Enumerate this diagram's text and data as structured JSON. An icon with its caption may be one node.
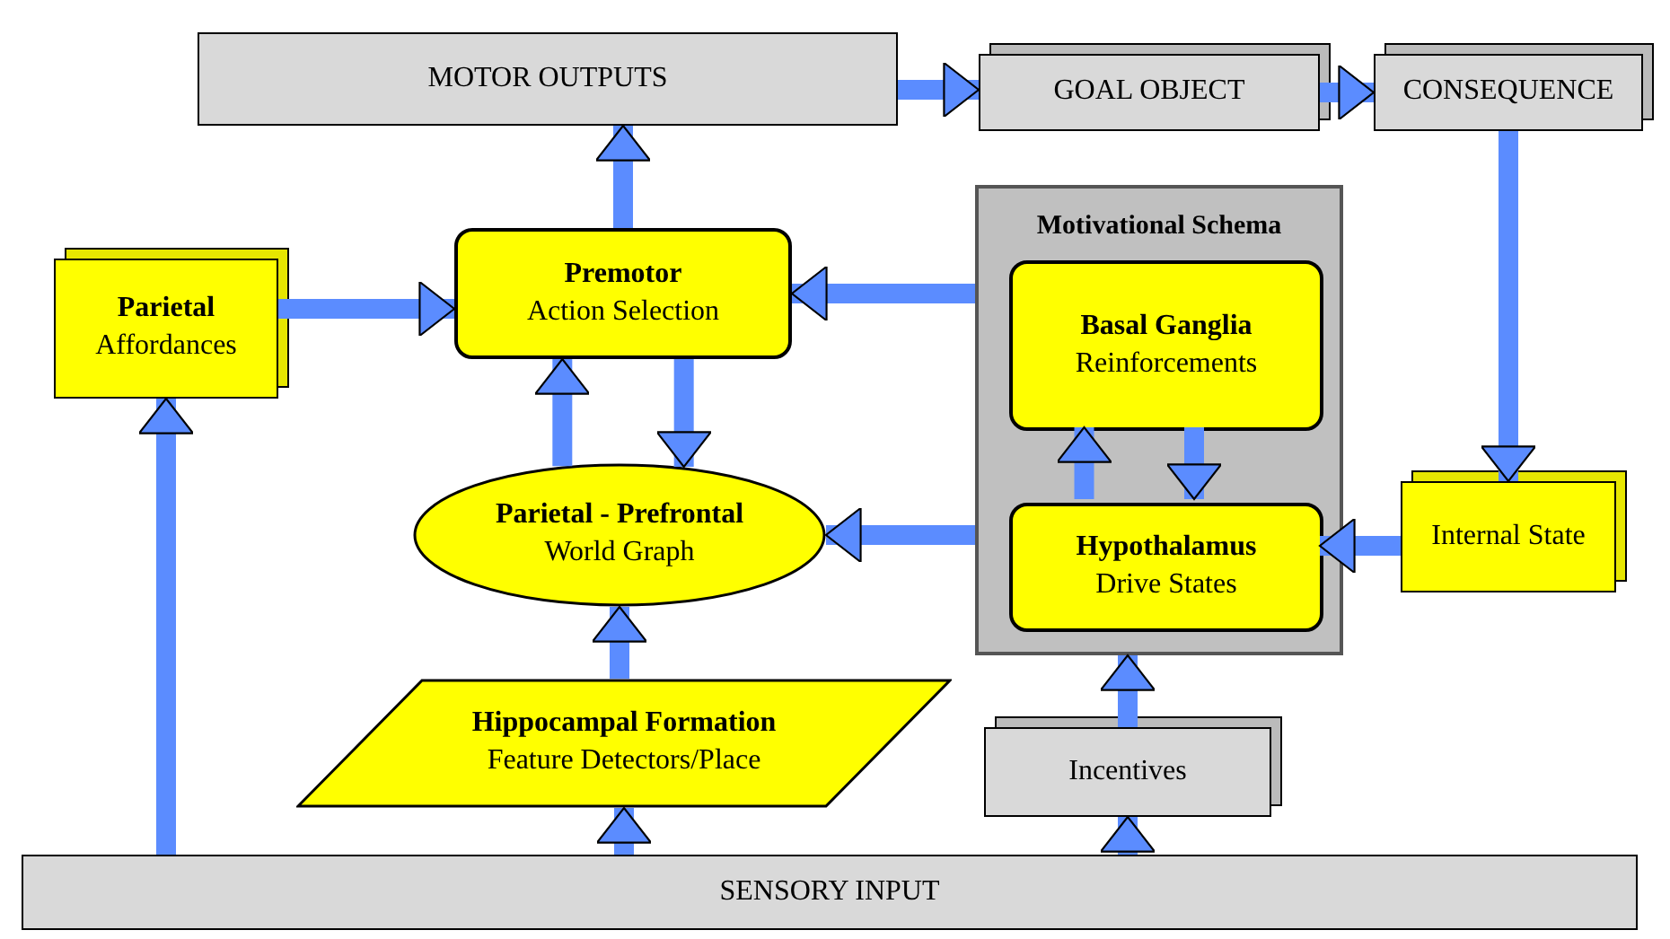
{
  "diagram": {
    "nodes": [
      {
        "text": [
          "MOTOR OUTPUTS"
        ]
      },
      {
        "text": [
          "GOAL OBJECT"
        ]
      },
      {
        "text": [
          "CONSEQUENCE"
        ]
      },
      {
        "text": [
          "Parietal",
          "Affordances"
        ]
      },
      {
        "text": [
          "Premotor",
          "Action Selection"
        ]
      },
      {
        "text": [
          "Motivational Schema"
        ]
      },
      {
        "text": [
          "Basal Ganglia",
          "Reinforcements"
        ],
        "in": 5
      },
      {
        "text": [
          "Hypothalamus",
          "Drive States"
        ],
        "in": 5
      },
      {
        "text": [
          "Parietal - Prefrontal",
          "World Graph"
        ]
      },
      {
        "text": [
          "Internal State"
        ]
      },
      {
        "text": [
          "Hippocampal Formation",
          "Feature Detectors/Place"
        ]
      },
      {
        "text": [
          "Incentives"
        ]
      },
      {
        "text": [
          "SENSORY INPUT"
        ]
      }
    ],
    "edges": [
      {
        "from": 4,
        "to": 0,
        "arrow": "to"
      },
      {
        "from": 0,
        "to": 1,
        "arrow": "to"
      },
      {
        "from": 1,
        "to": 2,
        "arrow": "to"
      },
      {
        "from": 2,
        "to": 9,
        "arrow": "to"
      },
      {
        "from": 9,
        "to": 7,
        "arrow": "to"
      },
      {
        "from": 3,
        "to": 4,
        "arrow": "to"
      },
      {
        "from": 5,
        "to": 4,
        "arrow": "to"
      },
      {
        "from": 4,
        "to": 8,
        "arrow": "to"
      },
      {
        "from": 8,
        "to": 4,
        "arrow": "to"
      },
      {
        "from": 6,
        "to": 7,
        "arrow": "to"
      },
      {
        "from": 7,
        "to": 6,
        "arrow": "to"
      },
      {
        "from": 5,
        "to": 8,
        "arrow": "to"
      },
      {
        "from": 10,
        "to": 8,
        "arrow": "to"
      },
      {
        "from": 12,
        "to": 10,
        "arrow": "to"
      },
      {
        "from": 12,
        "to": 11,
        "arrow": "to"
      },
      {
        "from": 11,
        "to": 5,
        "arrow": "to"
      },
      {
        "from": 12,
        "to": 3,
        "arrow": "to"
      }
    ]
  }
}
